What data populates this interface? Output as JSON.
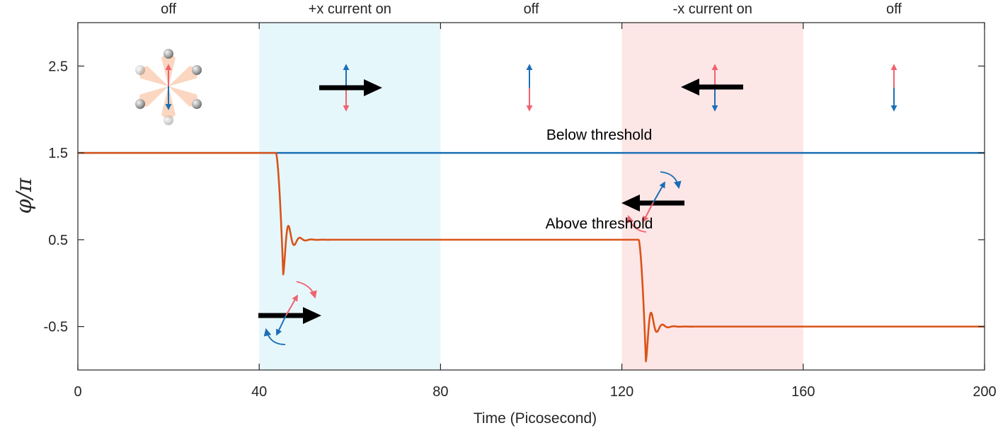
{
  "chart_data": {
    "type": "line",
    "xlabel": "Time (Picosecond)",
    "ylabel": "φ/π",
    "xlim": [
      0,
      200
    ],
    "ylim": [
      -1,
      3
    ],
    "x_ticks": [
      0,
      40,
      80,
      120,
      160,
      200
    ],
    "y_ticks": [
      -0.5,
      0.5,
      1.5,
      2.5
    ],
    "x_tick_labels": [
      "0",
      "40",
      "80",
      "120",
      "160",
      "200"
    ],
    "y_tick_labels": [
      "-0.5",
      "0.5",
      "1.5",
      "2.5"
    ],
    "grid": false,
    "phases": [
      {
        "label": "off",
        "start": 0,
        "end": 40,
        "shade": "none"
      },
      {
        "label": "+x current on",
        "start": 40,
        "end": 80,
        "shade": "#e6f7fc"
      },
      {
        "label": "off",
        "start": 80,
        "end": 120,
        "shade": "none"
      },
      {
        "label": "-x current on",
        "start": 120,
        "end": 160,
        "shade": "#fde6e6"
      },
      {
        "label": "off",
        "start": 160,
        "end": 200,
        "shade": "none"
      }
    ],
    "series": [
      {
        "label": "Below threshold",
        "color": "#1a6fb5",
        "constant": 1.5
      },
      {
        "label": "Above threshold",
        "color": "#d95319",
        "segments": [
          {
            "t_start": 0,
            "y_initial": 1.5,
            "y_final": 1.5
          },
          {
            "t_start": 43.7,
            "y_initial": 1.5,
            "y_final": 0.5,
            "settle": 45.3,
            "undershoot": 0.4,
            "period": 2.5,
            "decay": 1.3
          },
          {
            "t_start": 123.7,
            "y_initial": 0.5,
            "y_final": -0.5,
            "settle": 125.3,
            "undershoot": 0.4,
            "period": 2.5,
            "decay": 1.3
          }
        ]
      }
    ],
    "annotations": [
      {
        "text": "Below threshold",
        "x": 115,
        "y": 1.65
      },
      {
        "text": "Above threshold",
        "x": 115,
        "y": 0.63
      }
    ]
  },
  "colors": {
    "blue": "#1a6fb5",
    "red": "#f0626e",
    "orange": "#d95319",
    "black": "#000000",
    "lobe": "#fbd6c0"
  },
  "icons": [
    "molecule-icon",
    "current-arrow-icon",
    "dipole-arrow-icon",
    "rotation-arrow-icon"
  ]
}
